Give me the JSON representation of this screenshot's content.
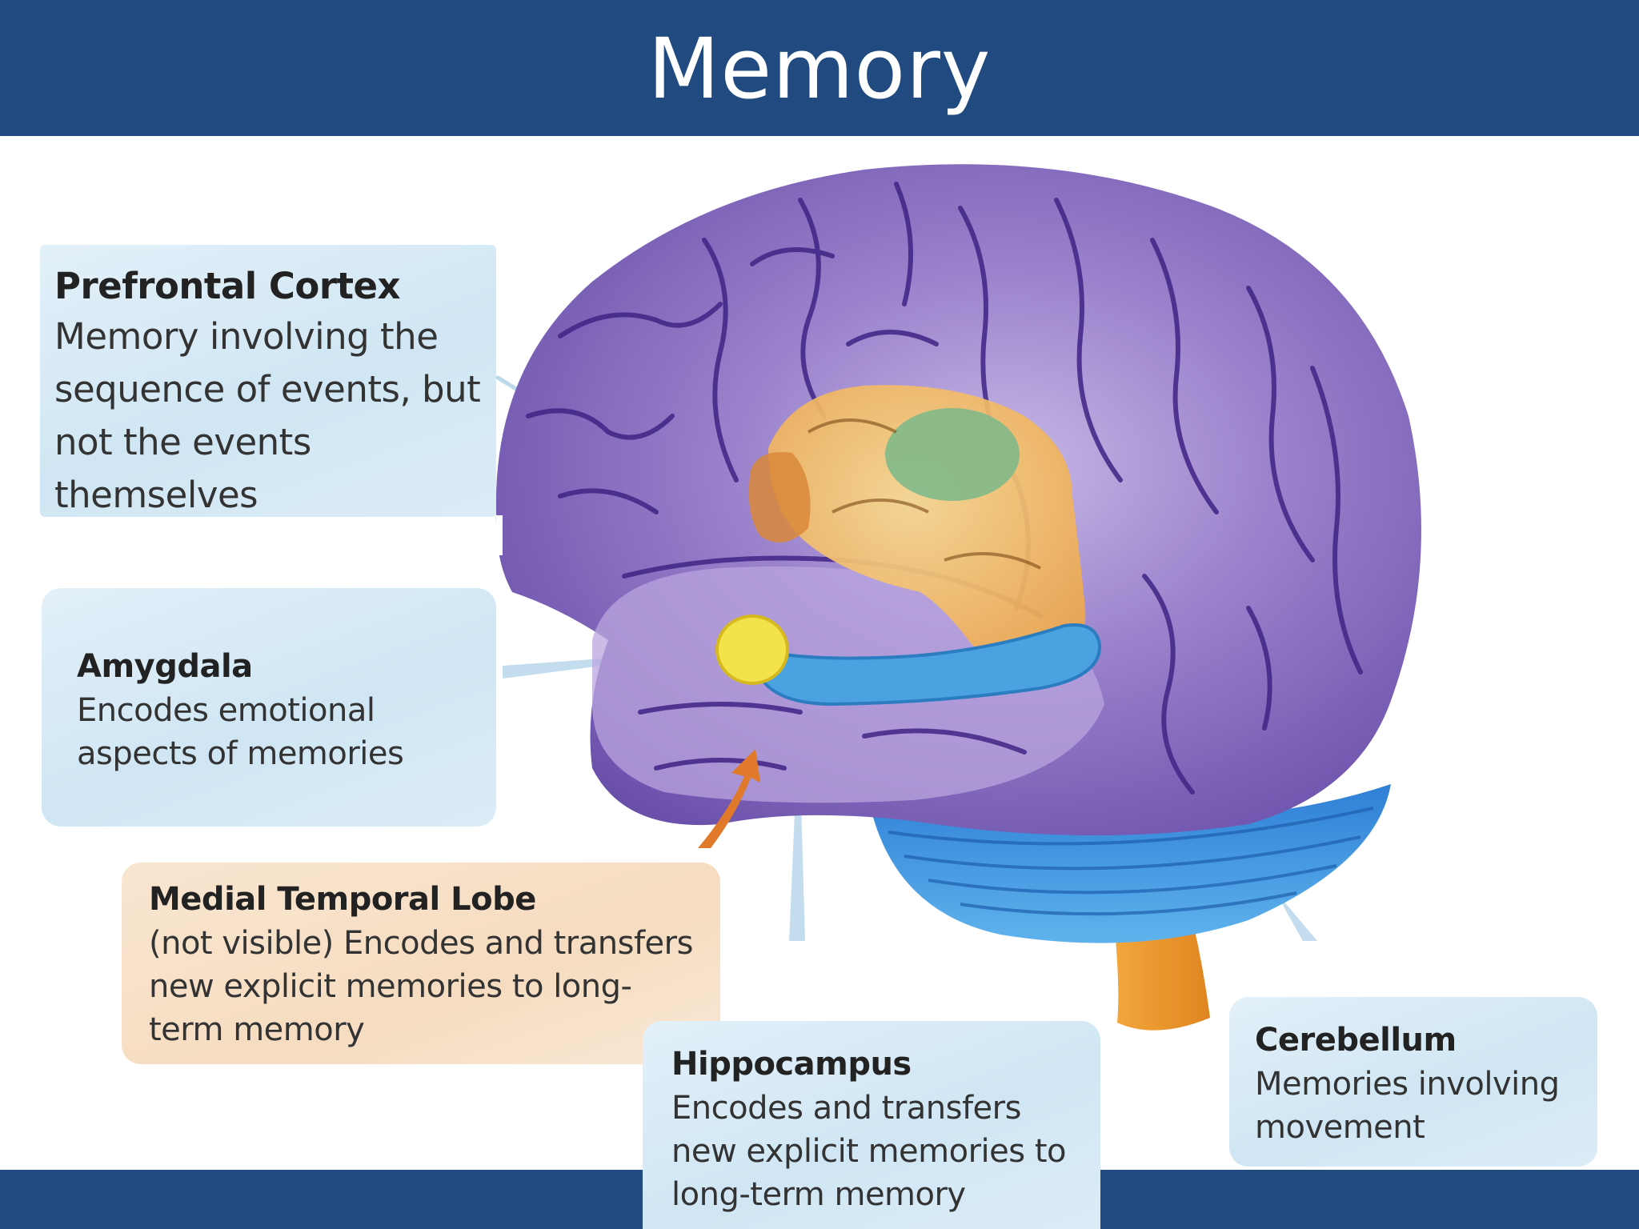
{
  "title": "Memory",
  "labels": {
    "prefrontal_cortex": {
      "heading": "Prefrontal Cortex",
      "lines": [
        "Memory involving the",
        "sequence of events, but",
        "not the events",
        "themselves"
      ]
    },
    "amygdala": {
      "heading": "Amygdala",
      "lines": [
        "Encodes emotional",
        "aspects of memories"
      ]
    },
    "medial_temporal_lobe": {
      "heading": "Medial Temporal Lobe",
      "lines": [
        "(not visible) Encodes and transfers",
        "new explicit memories to long-",
        "term memory"
      ]
    },
    "hippocampus": {
      "heading": "Hippocampus",
      "lines": [
        "Encodes and transfers",
        "new explicit memories to",
        "long-term memory"
      ]
    },
    "cerebellum": {
      "heading": "Cerebellum",
      "lines": [
        "Memories involving",
        "movement"
      ]
    }
  },
  "colors": {
    "banner": "#214b80",
    "cortex": "#7b62b4",
    "cortex_dark": "#4a2f88",
    "limbic": "#f0b85a",
    "hippocampus": "#4aa3e0",
    "amygdala": "#f3e24a",
    "cerebellum": "#3d8fdc",
    "brainstem": "#e8962e",
    "blue_label": "#d6e9f5",
    "peach_label": "#f7dfc4",
    "arrow": "#e07a2a"
  }
}
